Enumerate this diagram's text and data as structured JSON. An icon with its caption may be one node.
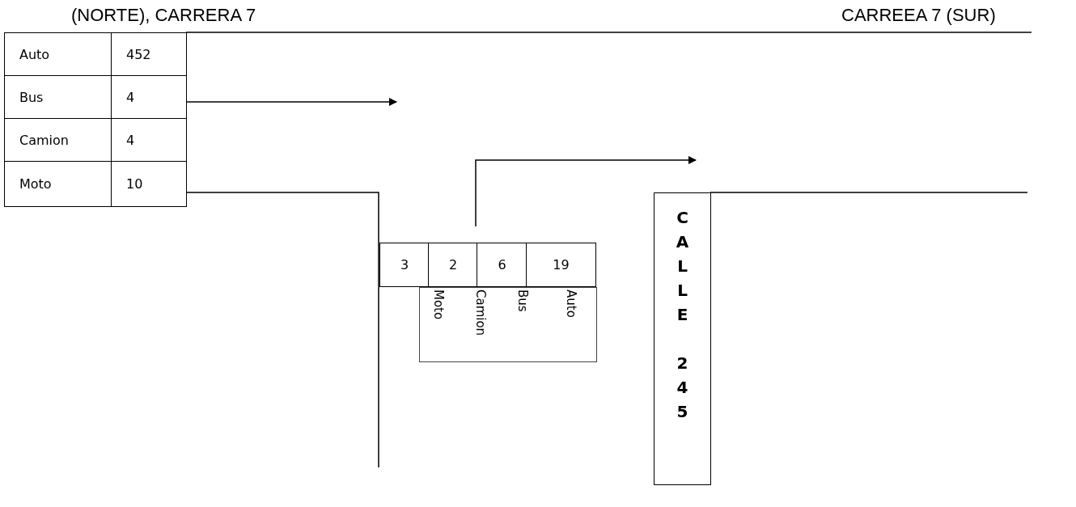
{
  "diagram": {
    "nodes": [
      {
        "text": [
          "Moto",
          "Camion",
          "Bus",
          "Auto"
        ]
      },
      {
        "text": [
          "CALLE 245"
        ]
      }
    ],
    "labels": [
      "(NORTE), CARRERA 7",
      "CARREEA 7 (SUR)",
      "Auto",
      "452",
      "Bus",
      "4",
      "Camion",
      "4",
      "Moto",
      "10",
      "3",
      "2",
      "6",
      "19"
    ]
  }
}
